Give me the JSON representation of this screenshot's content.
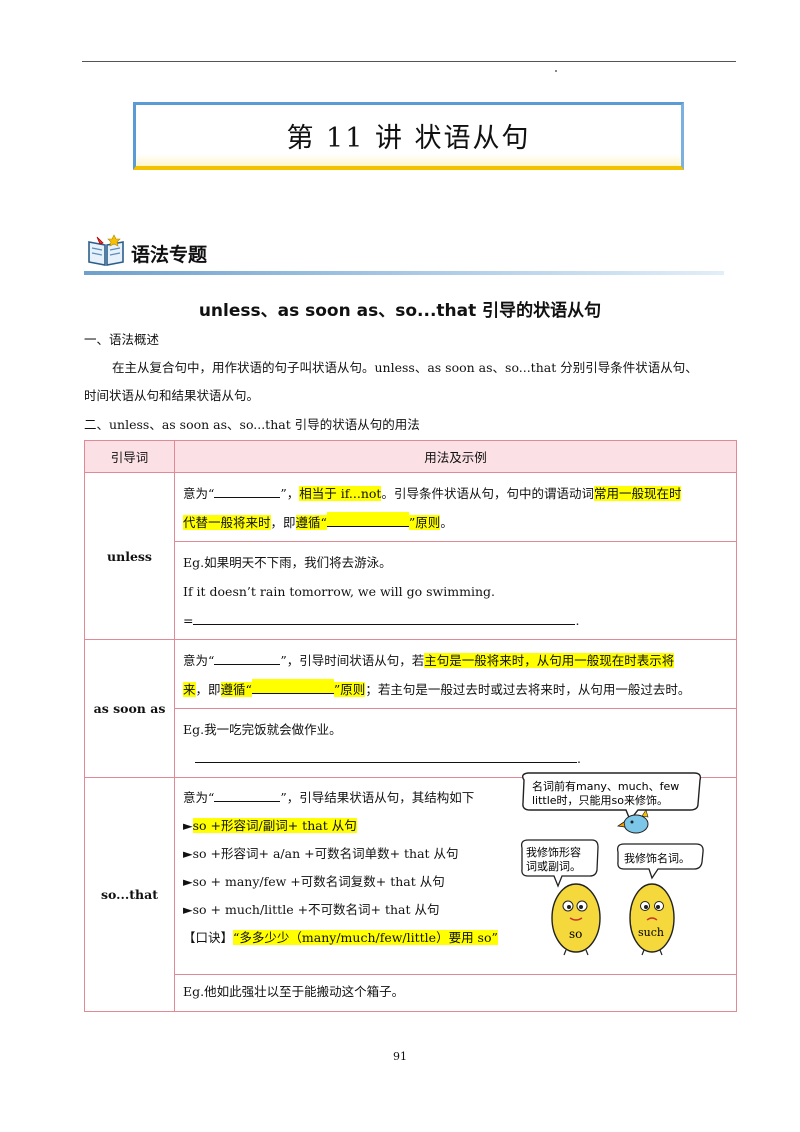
{
  "title": "第 11 讲  状语从句",
  "section": {
    "label": "语法专题",
    "icon": "book-icon"
  },
  "heading": "unless、as soon as、so...that 引导的状语从句",
  "part1": {
    "label": "一、语法概述",
    "text1": "在主从复合句中，用作状语的句子叫状语从句。unless、as soon as、so...that 分别引导条件状语从句、",
    "text2": "时间状语从句和结果状语从句。"
  },
  "part2": {
    "label": "二、unless、as soon as、so...that 引导的状语从句的用法"
  },
  "table": {
    "headers": [
      "引导词",
      "用法及示例"
    ],
    "unless": {
      "kw": "unless",
      "l1a": "意为“",
      "l1b": "”，",
      "l1c": "相当于  if...not",
      "l1d": "。引导条件状语从句，句中的谓语动词",
      "l1e": "常用一般现在时",
      "l2a": "代替一般将来时",
      "l2b": "，即",
      "l2c": "遵循“",
      "l2d": "”原则",
      "l2e": "。",
      "eg1": "Eg.如果明天不下雨，我们将去游泳。",
      "eg2": "If it doesn’t rain tomorrow, we will go swimming.",
      "eg3a": "=",
      "eg3b": "."
    },
    "assoonas": {
      "kw": "as soon as",
      "l1a": "意为“",
      "l1b": "”，引导时间状语从句，若",
      "l1c": "主句是一般将来时，从句用一般现在时表示将",
      "l2a": "来",
      "l2b": "，即",
      "l2c": "遵循“",
      "l2d": "”原则",
      "l2e": "；若主句是一般过去时或过去将来时，从句用一般过去时。",
      "eg1": "Eg.我一吃完饭就会做作业。",
      "eg2": "."
    },
    "sothat": {
      "kw": "so...that",
      "l1a": "意为“",
      "l1b": "”，引导结果状语从句，其结构如下",
      "b1": "so +形容词/副词+ that 从句",
      "b2": "so +形容词+ a/an +可数名词单数+ that 从句",
      "b3": "so + many/few +可数名词复数+ that 从句",
      "b4": "so + much/little +不可数名词+ that 从句",
      "tip_label": "【口诀】",
      "tip": "“多多少少（many/much/few/little）要用  so”",
      "bullet": "►",
      "bubble1a": "名词前有many、much、few",
      "bubble1b": "little时，只能用so来修饰。",
      "bubble2a": "我修饰形容",
      "bubble2b": "词或副词。",
      "bubble3": "我修饰名词。",
      "char1": "so",
      "char2": "such",
      "eg1": "Eg.他如此强壮以至于能搬动这个箱子。"
    }
  },
  "page_number": "91",
  "colors": {
    "highlight": "#ffff00",
    "border": "#e08a95",
    "header_bg": "#fbe1e5",
    "title_border": "#5b9bd5",
    "title_bottom": "#f2c200"
  }
}
